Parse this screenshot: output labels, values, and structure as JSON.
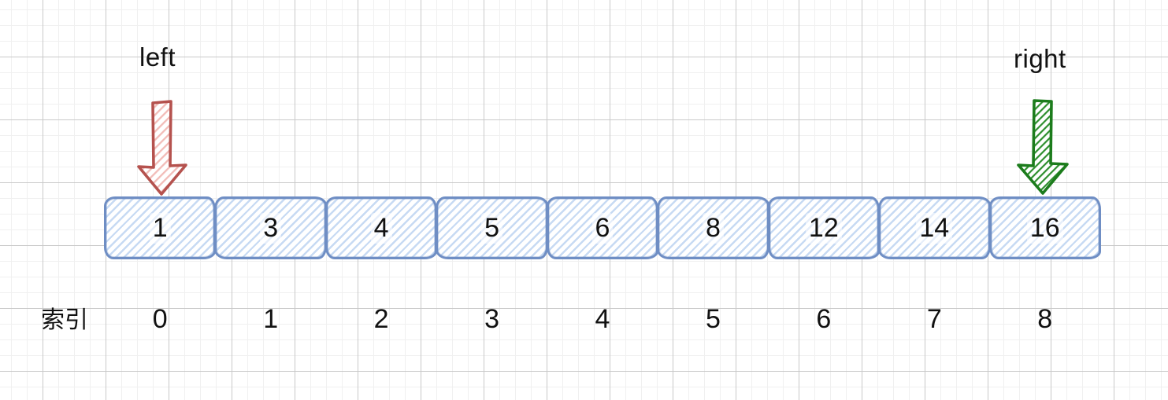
{
  "diagram": {
    "title_hint": "sorted array with two pointers",
    "background": {
      "grid_minor_color": "#f0f0f0",
      "grid_major_color": "#c9c9c9",
      "fill": "#ffffff"
    }
  },
  "pointers": {
    "left": {
      "label": "left",
      "stroke_color": "#b5524e",
      "hatch_color": "#f2bcb8",
      "points_to_index": 0
    },
    "right": {
      "label": "right",
      "stroke_color": "#1c7c1c",
      "hatch_color": "#2e8f2e",
      "points_to_index": 8
    }
  },
  "array": {
    "border_color": "#6f8ec4",
    "hatch_color": "#c7daf3",
    "cells": [
      "1",
      "3",
      "4",
      "5",
      "6",
      "8",
      "12",
      "14",
      "16"
    ]
  },
  "index_row": {
    "label": "索引",
    "indices": [
      "0",
      "1",
      "2",
      "3",
      "4",
      "5",
      "6",
      "7",
      "8"
    ]
  }
}
